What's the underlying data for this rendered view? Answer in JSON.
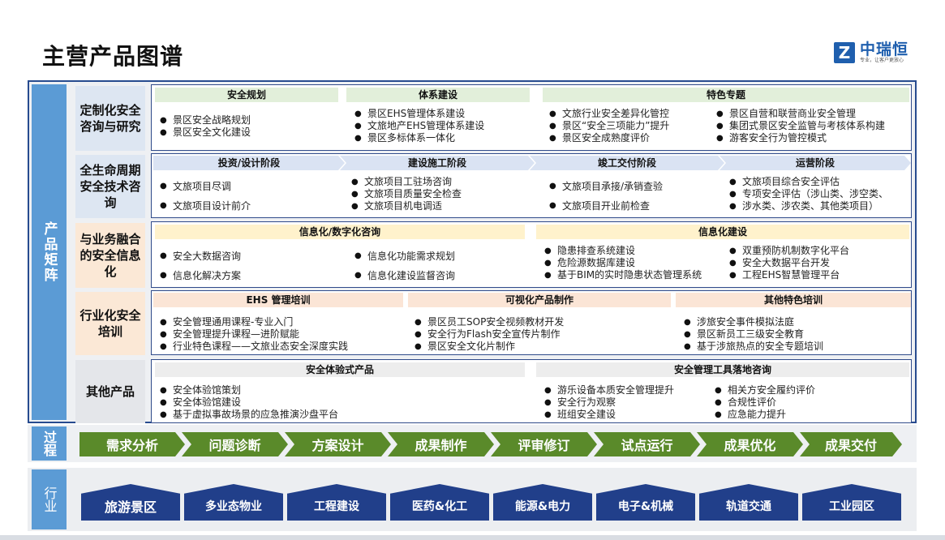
{
  "title": "主营产品图谱",
  "logo": {
    "mark": "Z",
    "name": "中瑞恒",
    "slogan": "专业，让客户更放心"
  },
  "matrix_label": "产品矩阵",
  "rows": [
    {
      "label": "定制化安全咨询与研究",
      "groups": [
        {
          "header": "安全规划",
          "items": [
            "景区安全战略规划",
            "景区安全文化建设"
          ]
        },
        {
          "header": "体系建设",
          "items": [
            "景区EHS管理体系建设",
            "文旅地产EHS管理体系建设",
            "景区多标体系一体化"
          ]
        },
        {
          "header": "特色专题",
          "items": [
            "文旅行业安全差异化管控",
            "景区“安全三项能力”提升",
            "景区安全成熟度评价"
          ],
          "items2": [
            "景区自营和联营商业安全管理",
            "集团式景区安全监管与考核体系构建",
            "游客安全行为管控模式"
          ]
        }
      ]
    },
    {
      "label": "全生命周期安全技术咨询",
      "groups": [
        {
          "header": "投资/设计阶段",
          "items": [
            "文旅项目尽调",
            "文旅项目设计前介"
          ]
        },
        {
          "header": "建设施工阶段",
          "items": [
            "文旅项目工驻场咨询",
            "文旅项目质量安全检查",
            "文旅项目机电调适"
          ]
        },
        {
          "header": "竣工交付阶段",
          "items": [
            "文旅项目承接/承销查验",
            "文旅项目开业前检查"
          ]
        },
        {
          "header": "运营阶段",
          "items": [
            "文旅项目综合安全评估",
            "专项安全评估（涉山类、涉空类、",
            "涉水类、涉农类、其他类项目）"
          ]
        }
      ]
    },
    {
      "label": "与业务融合的安全信息化",
      "groups": [
        {
          "header": "信息化/数字化咨询",
          "items": [
            "安全大数据咨询",
            "信息化解决方案"
          ],
          "items2": [
            "信息化功能需求规划",
            "信息化建设监督咨询"
          ]
        },
        {
          "header": "信息化建设",
          "items": [
            "隐患排查系统建设",
            "危险源数据库建设",
            "基于BIM的实时隐患状态管理系统"
          ],
          "items2": [
            "双重预防机制数字化平台",
            "安全大数据平台开发",
            "工程EHS智慧管理平台"
          ]
        }
      ]
    },
    {
      "label": "行业化安全培训",
      "groups": [
        {
          "header": "EHS 管理培训",
          "items": [
            "安全管理通用课程-专业入门",
            "安全管理提升课程—进阶赋能",
            "行业特色课程——文旅业态安全深度实践"
          ]
        },
        {
          "header": "可视化产品制作",
          "items": [
            "景区员工SOP安全视频教材开发",
            "安全行为Flash安全宣传片制作",
            "景区安全文化片制作"
          ]
        },
        {
          "header": "其他特色培训",
          "items": [
            "涉旅安全事件模拟法庭",
            "景区新员工三级安全教育",
            "基于涉旅热点的安全专题培训"
          ]
        }
      ]
    },
    {
      "label": "其他产品",
      "groups": [
        {
          "header": "安全体验式产品",
          "items": [
            "安全体验馆策划",
            "安全体验馆建设",
            "基于虚拟事故场景的应急推演沙盘平台"
          ]
        },
        {
          "header": "安全管理工具落地咨询",
          "items": [
            "游乐设备本质安全管理提升",
            "安全行为观察",
            "班组安全建设"
          ],
          "items2": [
            "相关方安全履约评价",
            "合规性评价",
            "应急能力提升"
          ]
        }
      ]
    }
  ],
  "process": {
    "label": "过程",
    "steps": [
      "需求分析",
      "问题诊断",
      "方案设计",
      "成果制作",
      "评审修订",
      "试点运行",
      "成果优化",
      "成果交付"
    ]
  },
  "industry": {
    "label": "行业",
    "items": [
      "旅游景区",
      "多业态物业",
      "工程建设",
      "医药&化工",
      "能源&电力",
      "电子&机械",
      "轨道交通",
      "工业园区"
    ]
  },
  "colors": {
    "frame": "#274b8f",
    "side": "#5b9bd5",
    "process": "#5a8a2a",
    "industry": "#213f8a"
  }
}
